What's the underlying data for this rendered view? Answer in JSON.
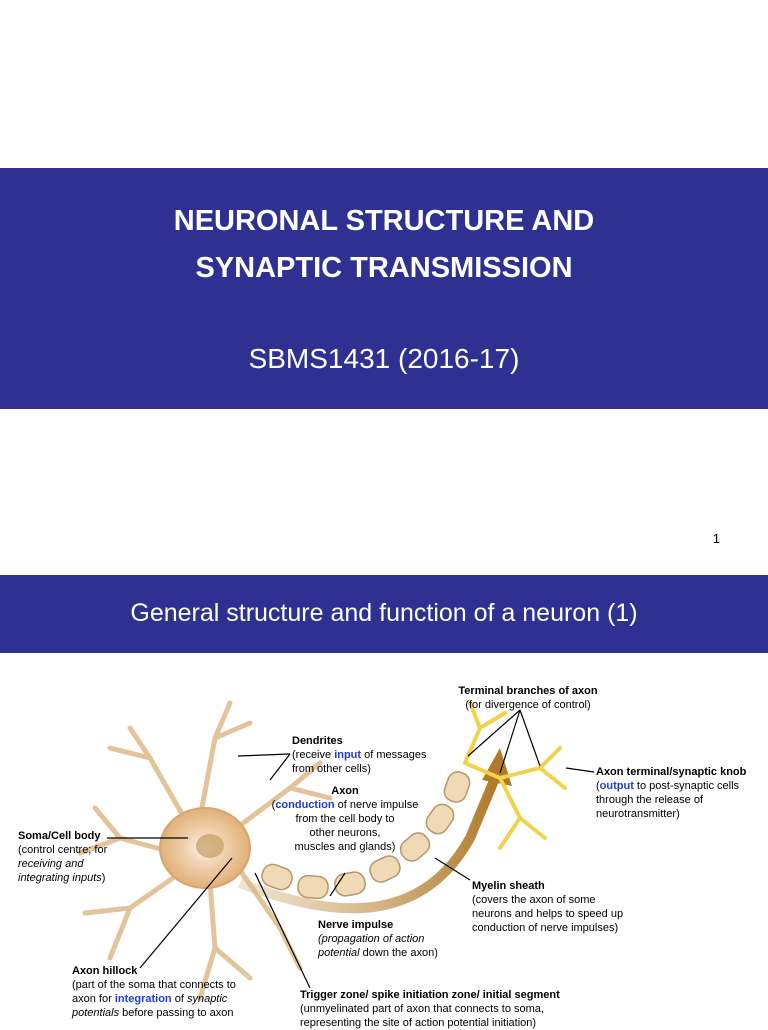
{
  "slide1": {
    "title_line1": "NEURONAL STRUCTURE AND",
    "title_line2": "SYNAPTIC TRANSMISSION",
    "subtitle": "SBMS1431 (2016-17)",
    "page_number": "1"
  },
  "slide2": {
    "title": "General structure and function of a neuron (1)",
    "labels": {
      "terminal_branches": {
        "heading": "Terminal branches of axon",
        "text": "(for divergence of control)"
      },
      "dendrites": {
        "heading": "Dendrites",
        "pre": "(receive ",
        "highlight": "input",
        "post": " of messages",
        "line2": "from other cells)"
      },
      "axon": {
        "heading": "Axon",
        "pre": "(",
        "highlight": "conduction",
        "post": " of nerve impulse",
        "line2": "from the cell body to",
        "line3": "other neurons,",
        "line4": "muscles and glands)"
      },
      "axon_terminal": {
        "heading": "Axon terminal/synaptic knob",
        "pre": "(",
        "highlight": "output",
        "post": " to post-synaptic cells",
        "line2": "through the release of",
        "line3": "neurotransmitter)"
      },
      "soma": {
        "heading": "Soma/Cell body",
        "line1": "(control centre; for",
        "line2": "receiving and",
        "line3": "integrating inputs",
        "line3_post": ")"
      },
      "myelin": {
        "heading": "Myelin sheath",
        "line1": "(covers the axon of some",
        "line2": "neurons and helps to speed up",
        "line3": "conduction of nerve impulses)"
      },
      "nerve_impulse": {
        "heading": "Nerve impulse",
        "line1": "(propagation of action",
        "line2a": "potential",
        "line2b": " down the axon)"
      },
      "axon_hillock": {
        "heading": "Axon hillock",
        "line1": "(part of the soma that connects to",
        "line2a": "axon for ",
        "line2_highlight": "integration",
        "line2b": " of ",
        "line2_it": "synaptic",
        "line3_it": "potentials",
        "line3b": " before passing to axon"
      },
      "trigger_zone": {
        "heading": "Trigger zone/ spike initiation zone/ initial segment",
        "line1": "(unmyelinated part of axon that connects to soma,",
        "line2": "representing the site of action potential initiation)"
      }
    }
  },
  "colors": {
    "banner": "#2e3192",
    "highlight": "#1f3bd1"
  }
}
